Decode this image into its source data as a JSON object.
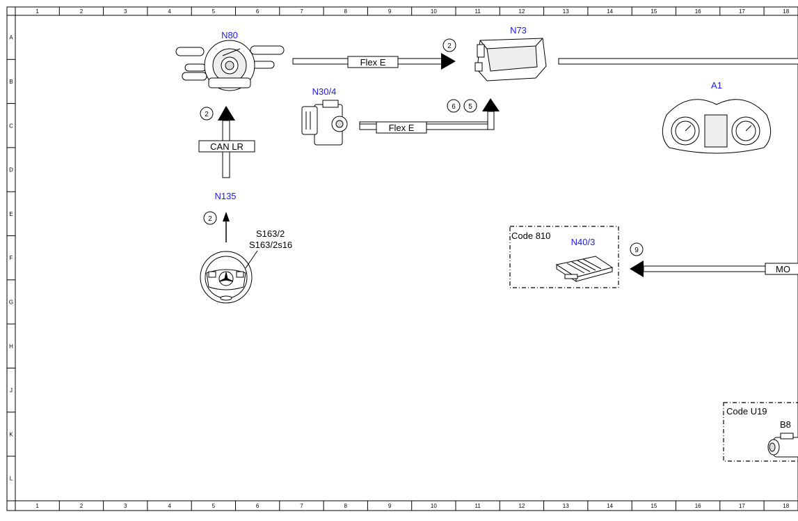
{
  "frame": {
    "columns": [
      "1",
      "2",
      "3",
      "4",
      "5",
      "6",
      "7",
      "8",
      "9",
      "10",
      "11",
      "12",
      "13",
      "14",
      "15",
      "16",
      "17",
      "18"
    ],
    "rows": [
      "A",
      "B",
      "C",
      "D",
      "E",
      "F",
      "G",
      "H",
      "J",
      "K",
      "L"
    ]
  },
  "components": {
    "n80": "N80",
    "n73": "N73",
    "n30_4": "N30/4",
    "a1": "A1",
    "n135": "N135",
    "s163_2": "S163/2",
    "s163_2s16": "S163/2s16",
    "n40_3": "N40/3",
    "b8": "B8"
  },
  "buses": {
    "flex_e_top": "Flex E",
    "flex_e_mid": "Flex E",
    "can_lr": "CAN LR",
    "most": "MO"
  },
  "codes": {
    "code_810": "Code 810",
    "code_u19": "Code U19"
  },
  "circled_numbers": {
    "n73_in": "2",
    "can_lr": "2",
    "n135_up": "2",
    "n30_6": "6",
    "n30_5": "5",
    "n40_9": "9"
  },
  "colors": {
    "label_blue": "#1a1aff",
    "line": "#000000"
  }
}
